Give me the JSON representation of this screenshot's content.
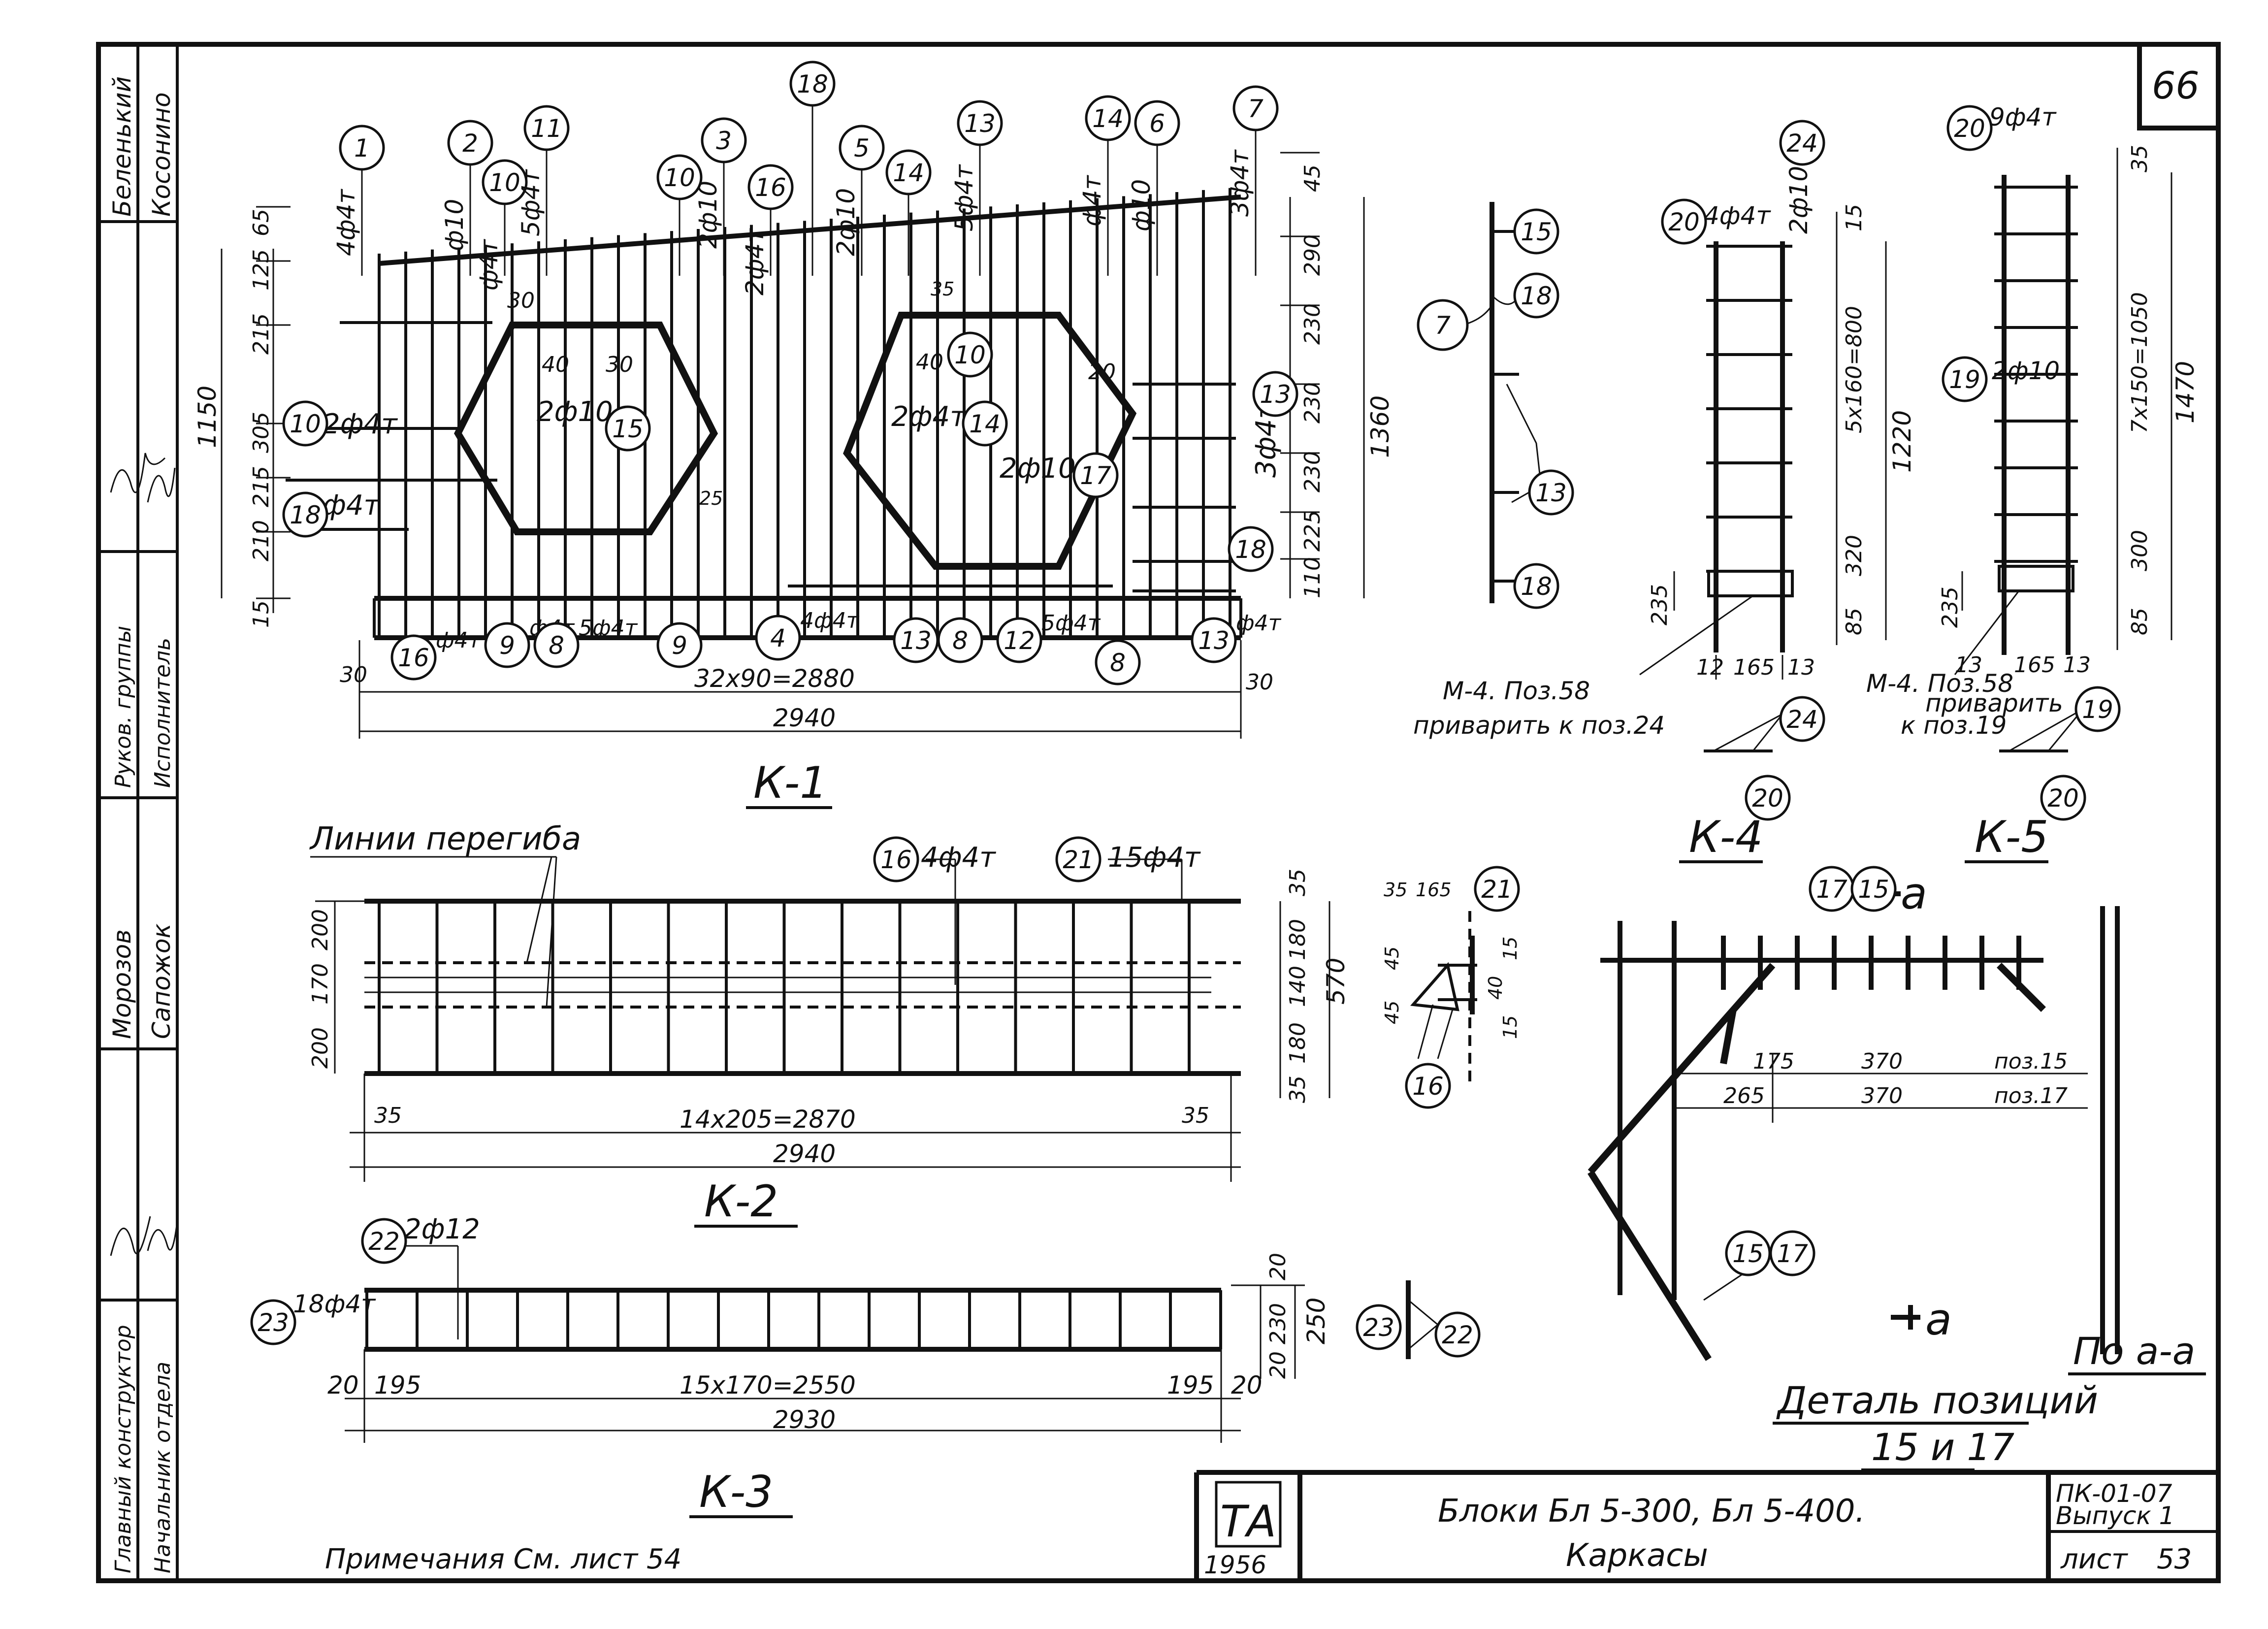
{
  "sheet": {
    "corner_number": "66",
    "sheet_code_line1": "ПК-01-07",
    "sheet_code_line2": "Выпуск 1",
    "sheet_label": "лист",
    "sheet_number": "53",
    "title_line1": "Блоки Бл 5-300, Бл 5-400.",
    "title_line2": "Каркасы",
    "logo_letters": "ТА",
    "logo_year": "1956",
    "notes": "Примечания  См. лист 54"
  },
  "side_stamp": {
    "roles": [
      "Начальник отдела",
      "Главный конструктор",
      "Руков. группы",
      "Исполнитель"
    ],
    "names": [
      "Беленький",
      "Косонино",
      "Морозов",
      "Сапожок"
    ]
  },
  "k1": {
    "label": "К-1",
    "top_callouts": [
      {
        "num": "1",
        "text": "4ф4т"
      },
      {
        "num": "2",
        "text": "ф10"
      },
      {
        "num": "10",
        "text": "ф4т"
      },
      {
        "num": "11",
        "text": "5ф4т"
      },
      {
        "num": "10",
        "text": ""
      },
      {
        "num": "3",
        "text": "2ф10"
      },
      {
        "num": "16",
        "text": "2ф4т"
      },
      {
        "num": "18",
        "text": ""
      },
      {
        "num": "5",
        "text": "2ф10"
      },
      {
        "num": "14",
        "text": ""
      },
      {
        "num": "13",
        "text": "5ф4т"
      },
      {
        "num": "14",
        "text": "ф4т"
      },
      {
        "num": "6",
        "text": "ф10"
      },
      {
        "num": "7",
        "text": "3ф4т"
      }
    ],
    "left_dims": [
      "65",
      "125",
      "215",
      "305",
      "215",
      "210",
      "15"
    ],
    "overall_left": "1150",
    "right_dims": [
      "45",
      "290",
      "230",
      "230",
      "230",
      "225",
      "110"
    ],
    "overall_right": "1360",
    "inner_labels": {
      "opening_dim_1": "40",
      "opening_dim_2": "30",
      "opening_dim_3": "35",
      "opening_dim_4": "40",
      "opening_dim_5": "20",
      "top_dim": "30",
      "hex1_bar": "2ф10",
      "hex1_pos": "15",
      "hex2_bar_top": "2ф4т",
      "hex2_pos_top": "14",
      "hex2_pos_tr": "10",
      "hex2_bar": "2ф10",
      "hex2_pos": "17",
      "left_pos_10": "10",
      "left_bar_10": "2ф4т",
      "left_pos_18": "18",
      "left_bar_18": "ф4т",
      "right_pos_13": "13",
      "right_bar_13": "3ф4т",
      "right_pos_18": "18",
      "small_25": "25"
    },
    "bottom_callouts": [
      {
        "num": "16",
        "text": "ф4т"
      },
      {
        "num": "9",
        "text": "ф4т"
      },
      {
        "num": "8",
        "text": "5ф4т"
      },
      {
        "num": "9",
        "text": ""
      },
      {
        "num": "4",
        "text": "4ф4т"
      },
      {
        "num": "13",
        "text": ""
      },
      {
        "num": "8",
        "text": ""
      },
      {
        "num": "12",
        "text": "5ф4т"
      },
      {
        "num": "8",
        "text": ""
      },
      {
        "num": "13",
        "text": "ф4т"
      }
    ],
    "bottom_edge_left": "30",
    "bottom_edge_right": "30",
    "pitch_dim": "32х90=2880",
    "overall_dim": "2940"
  },
  "detail7": {
    "pos": "7",
    "callouts": [
      "15",
      "18",
      "13",
      "18"
    ]
  },
  "k4": {
    "label": "К-4",
    "top_pos": "20",
    "top_bar": "4ф4т",
    "bar_pos": "24",
    "bar_bar": "2ф10",
    "right_dims": [
      "15",
      "5х160=800",
      "320",
      "85"
    ],
    "overall_right": "1220",
    "left_dim": "235",
    "bottom_dims": [
      "12",
      "165",
      "13"
    ],
    "note_line1": "М-4. Поз.58",
    "note_line2": "приварить к поз.24",
    "section_pos_1": "24",
    "section_pos_2": "20"
  },
  "k5": {
    "label": "К-5",
    "top_pos": "20",
    "top_bar": "9ф4т",
    "bar_pos": "19",
    "bar_bar": "2ф10",
    "right_dims": [
      "35",
      "7х150=1050",
      "300",
      "85"
    ],
    "overall_right": "1470",
    "left_dim": "235",
    "bottom_dims": [
      "165",
      "13",
      "13"
    ],
    "note_line1": "М-4. Поз.58",
    "note_line2": "приварить",
    "note_line3": "к поз.19",
    "section_pos_1": "19",
    "section_pos_2": "20"
  },
  "k2": {
    "label": "К-2",
    "bend_note": "Линии перегиба",
    "callout_a_pos": "16",
    "callout_a_bar": "4ф4т",
    "callout_b_pos": "21",
    "callout_b_bar": "15ф4т",
    "left_dims": [
      "200",
      "170",
      "200"
    ],
    "right_dims": [
      "35",
      "180",
      "140",
      "180",
      "35"
    ],
    "overall_right": "570",
    "end_left": "35",
    "end_right": "35",
    "pitch_dim": "14х205=2870",
    "overall_dim": "2940",
    "section_dims": [
      "35",
      "165",
      "45",
      "45",
      "40",
      "15",
      "15"
    ],
    "section_pos_a": "21",
    "section_pos_b": "16"
  },
  "k3": {
    "label": "К-3",
    "callout_a_pos": "22",
    "callout_a_bar": "2ф12",
    "callout_b_pos": "23",
    "callout_b_bar": "18ф4т",
    "right_dims": [
      "20",
      "230",
      "20"
    ],
    "overall_right": "250",
    "bottom_dims": [
      "20",
      "195",
      "15х170=2550",
      "195",
      "20"
    ],
    "overall_dim": "2930",
    "section_pos_a": "23",
    "section_pos_b": "22"
  },
  "detail15": {
    "title_line1": "Деталь позиций",
    "title_line2": "15 и 17",
    "cut_label": "По а-а",
    "cut_letter": "а",
    "pos_a": "17",
    "pos_b": "15",
    "pos_c": "15",
    "pos_d": "17",
    "dims_row1": [
      "175",
      "370",
      "поз.15"
    ],
    "dims_row2": [
      "265",
      "370",
      "поз.17"
    ]
  }
}
